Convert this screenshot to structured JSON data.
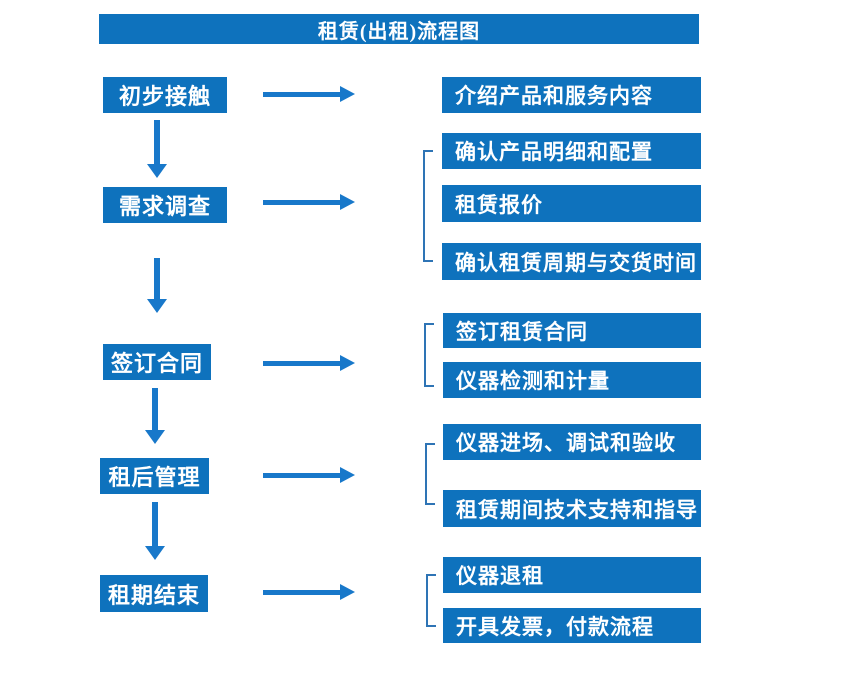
{
  "title": "租赁(出租)流程图",
  "colors": {
    "box_blue": "#0E72BD",
    "arrow_blue": "#1878CA",
    "bracket_blue": "#2E74B5",
    "text_white": "#FFFFFF"
  },
  "steps": [
    {
      "label": "初步接触",
      "details": [
        "介绍产品和服务内容"
      ]
    },
    {
      "label": "需求调查",
      "details": [
        "确认产品明细和配置",
        "租赁报价",
        "确认租赁周期与交货时间"
      ]
    },
    {
      "label": "签订合同",
      "details": [
        "签订租赁合同",
        "仪器检测和计量"
      ]
    },
    {
      "label": "租后管理",
      "details": [
        "仪器进场、调试和验收",
        "租赁期间技术支持和指导"
      ]
    },
    {
      "label": "租期结束",
      "details": [
        "仪器退租",
        "开具发票，付款流程"
      ]
    }
  ]
}
